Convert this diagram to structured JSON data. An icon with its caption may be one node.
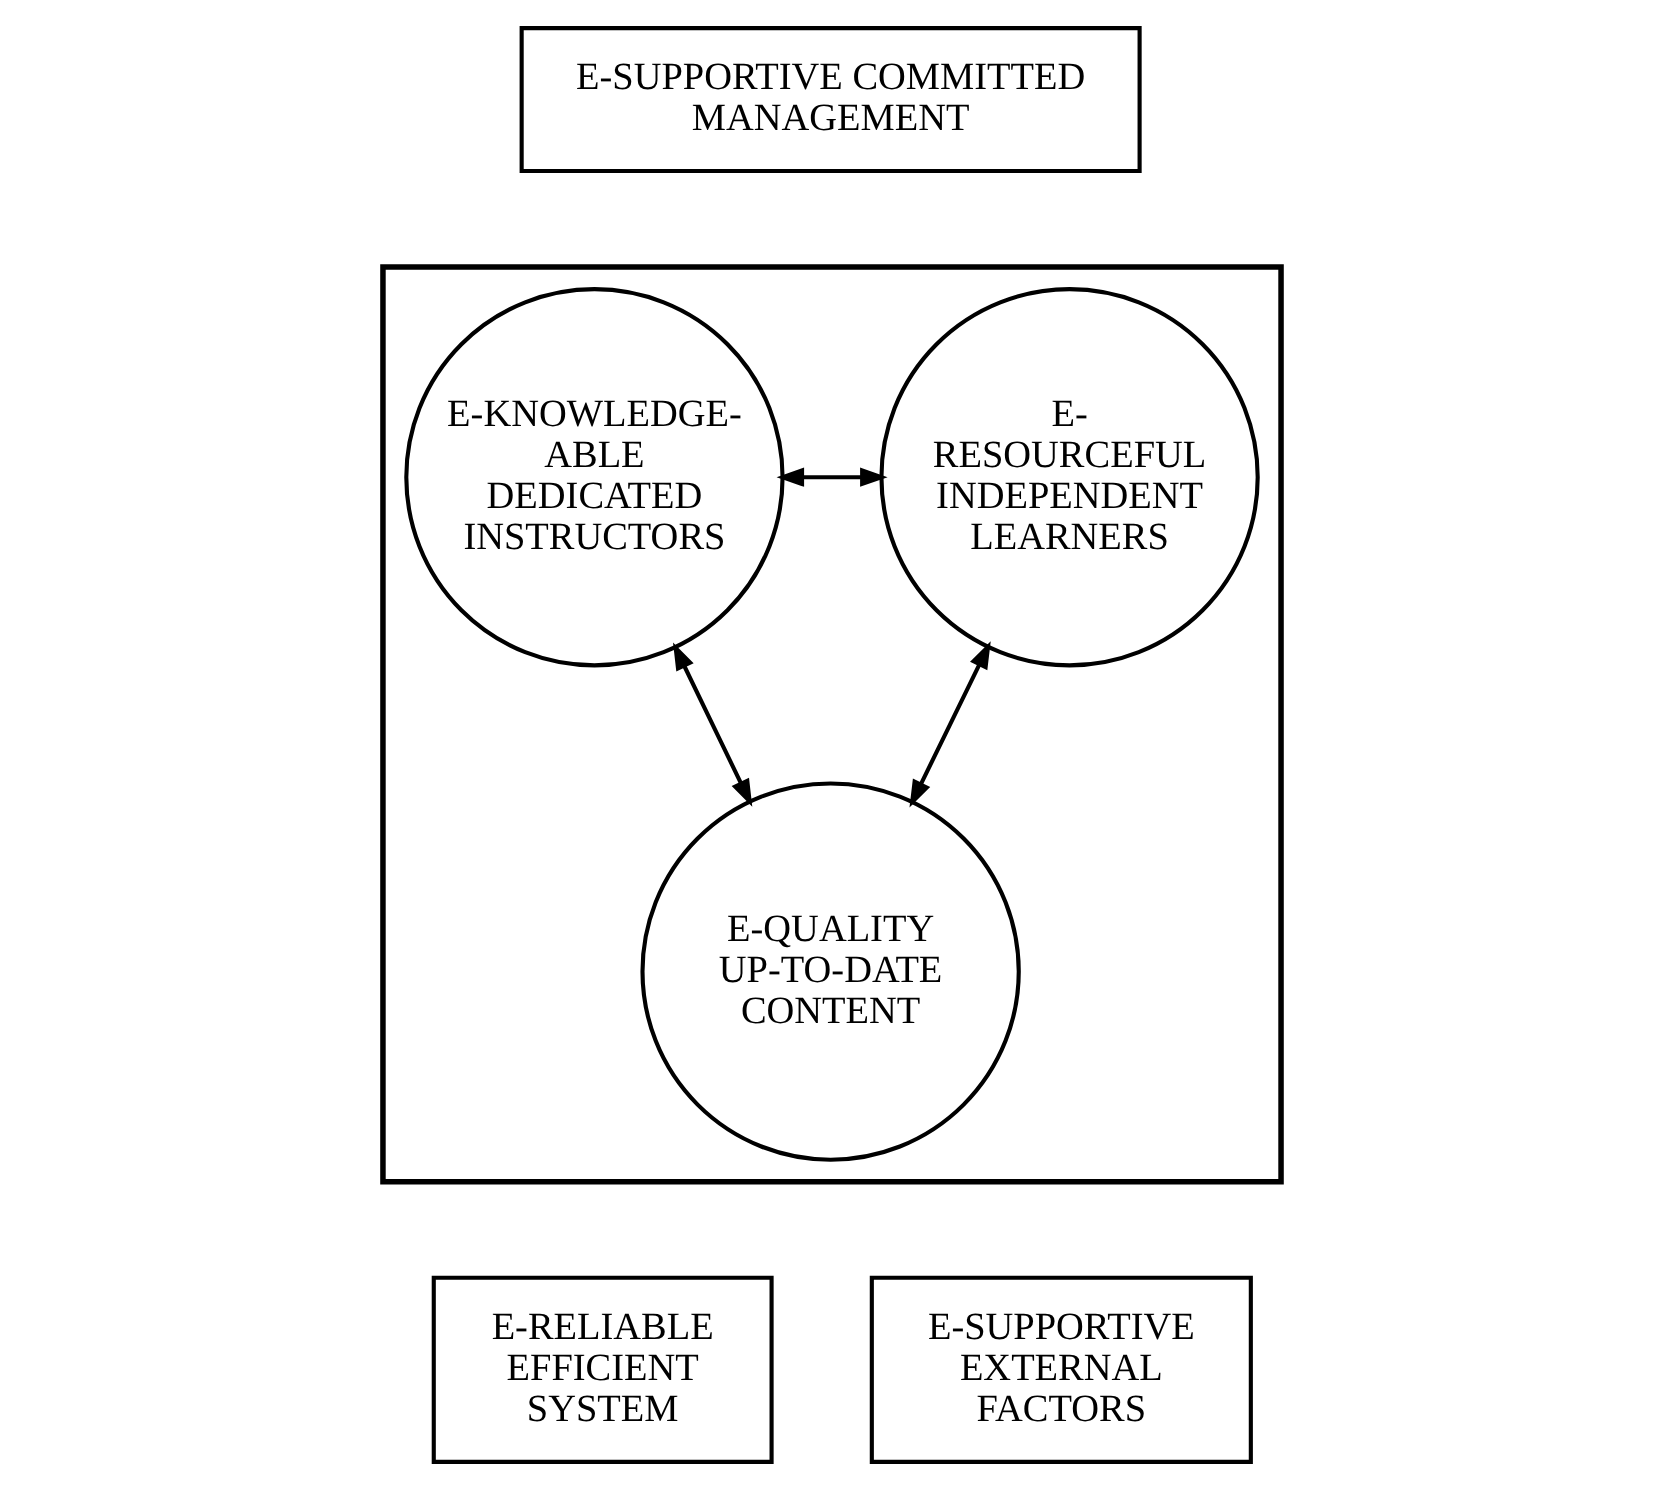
{
  "diagram": {
    "nodes": [
      {
        "text": [
          "E-SUPPORTIVE COMMITTED MANAGEMENT"
        ]
      },
      {
        "text": [],
        "shape": "triangle"
      },
      {
        "text": [
          "E-KNOWLEDGE- ABLE DEDICATED INSTRUCTORS"
        ],
        "in": 1
      },
      {
        "text": [
          "E- RESOURCEFUL INDEPENDENT LEARNERS"
        ],
        "in": 1
      },
      {
        "text": [
          "E-QUALITY UP-TO-DATE CONTENT"
        ],
        "in": 1
      },
      {
        "text": [
          "E-RELIABLE EFFICIENT SYSTEM"
        ]
      },
      {
        "text": [
          "E-SUPPORTIVE EXTERNAL FACTORS"
        ]
      }
    ],
    "edges": [
      {
        "from": 2,
        "to": 3,
        "arrow": "both"
      },
      {
        "from": 2,
        "to": 4,
        "arrow": "both"
      },
      {
        "from": 3,
        "to": 4,
        "arrow": "both"
      }
    ]
  }
}
